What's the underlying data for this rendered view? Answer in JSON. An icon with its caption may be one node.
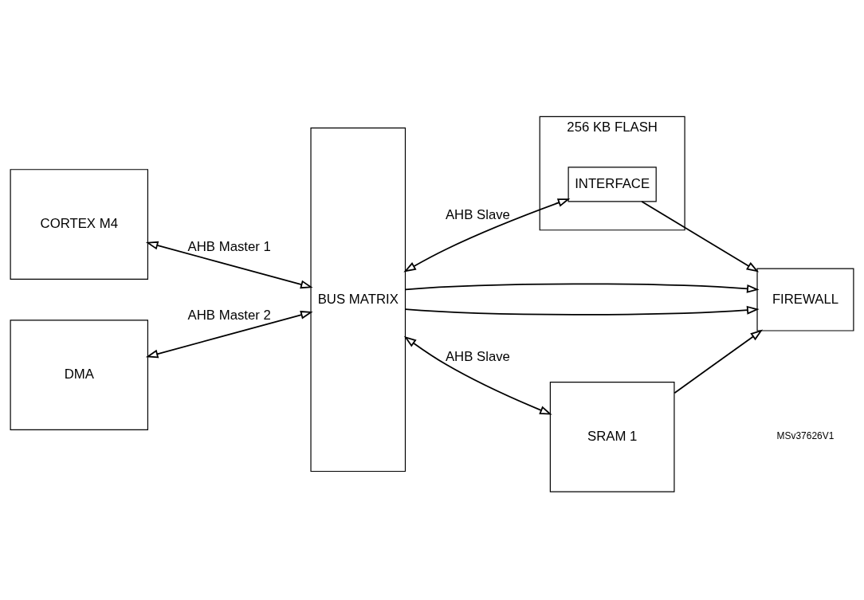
{
  "diagram": {
    "nodes": [
      {
        "text": [
          "CORTEX M4"
        ]
      },
      {
        "text": [
          "DMA"
        ]
      },
      {
        "text": [
          "BUS MATRIX"
        ]
      },
      {
        "text": [
          "256 KB FLASH"
        ]
      },
      {
        "text": [
          "INTERFACE"
        ],
        "in": 3
      },
      {
        "text": [
          "FIREWALL"
        ]
      },
      {
        "text": [
          "SRAM 1"
        ]
      }
    ],
    "edges": [
      {
        "from": 0,
        "to": 2,
        "arrow": "both",
        "label": "AHB Master 1"
      },
      {
        "from": 1,
        "to": 2,
        "arrow": "both",
        "label": "AHB Master 2"
      },
      {
        "from": 2,
        "to": 4,
        "arrow": "both",
        "label": "AHB Slave"
      },
      {
        "from": 2,
        "to": 5,
        "arrow": "to"
      },
      {
        "from": 4,
        "to": 5,
        "arrow": "to"
      },
      {
        "from": 2,
        "to": 6,
        "arrow": "both",
        "label": "AHB Slave"
      },
      {
        "from": 2,
        "to": 5,
        "arrow": "to"
      },
      {
        "from": 6,
        "to": 5,
        "arrow": "to"
      }
    ],
    "labels": [
      "MSv37626V1"
    ]
  }
}
